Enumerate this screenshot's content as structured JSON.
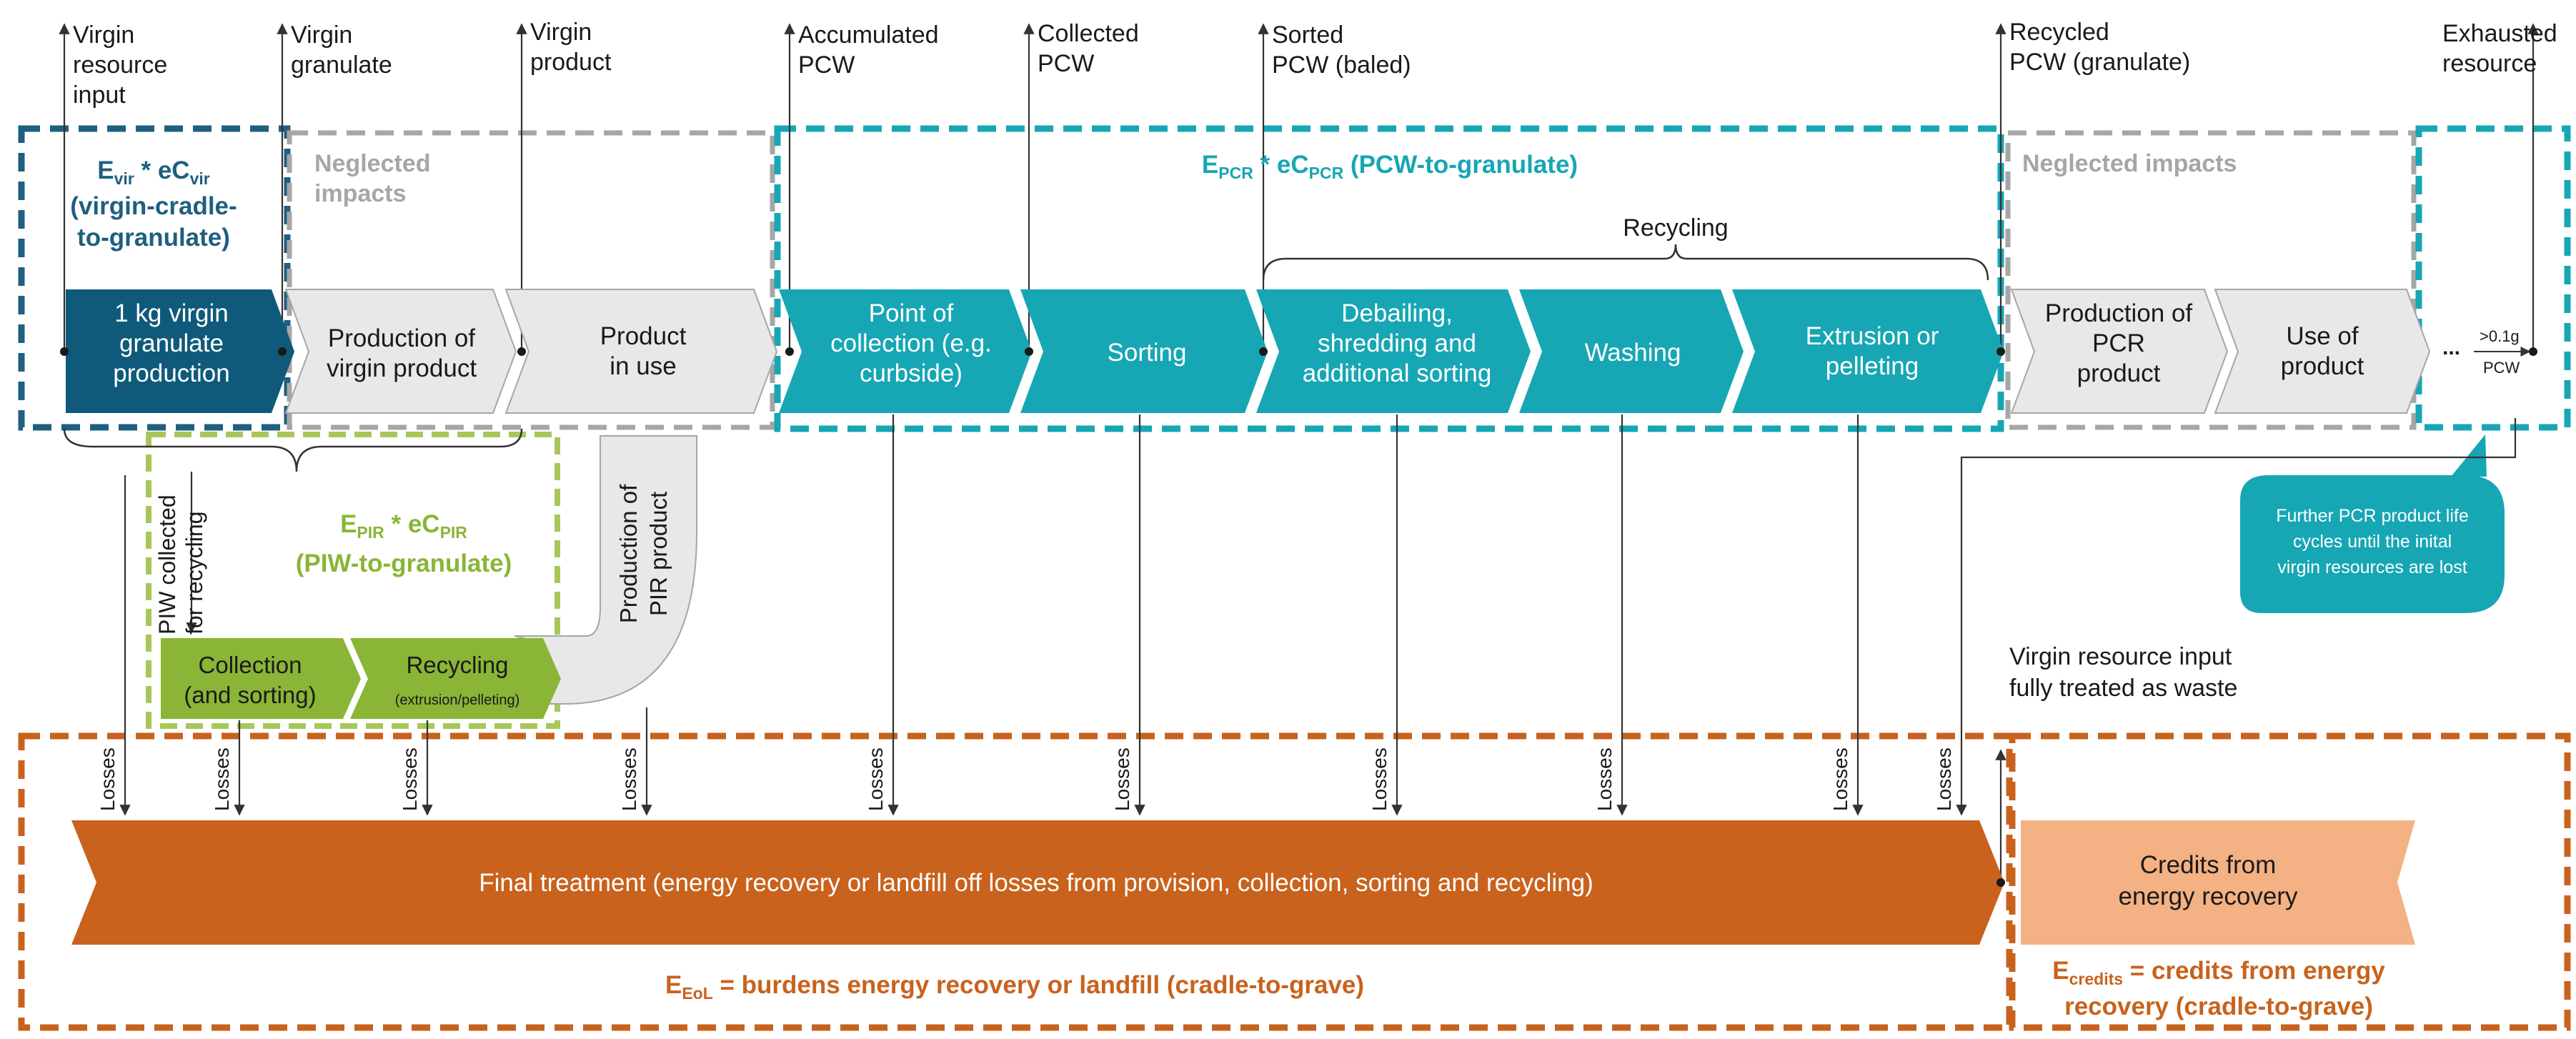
{
  "top_labels": {
    "virgin_resource_input": [
      "Virgin",
      "resource",
      "input"
    ],
    "virgin_granulate": [
      "Virgin",
      "granulate"
    ],
    "virgin_product": [
      "Virgin",
      "product"
    ],
    "accumulated_pcw": [
      "Accumulated",
      "PCW"
    ],
    "collected_pcw": [
      "Collected",
      "PCW"
    ],
    "sorted_pcw": [
      "Sorted",
      "PCW (baled)"
    ],
    "recycled_pcw": [
      "Recycled",
      "PCW (granulate)"
    ],
    "exhausted_resource": [
      "Exhausted",
      "resource"
    ]
  },
  "boxes": {
    "virgin": {
      "title_main": "E",
      "title_sub": "vir",
      "title_mid": " * eC",
      "title_sub2": "vir",
      "lines": [
        "(virgin-cradle-",
        "to-granulate)"
      ]
    },
    "neglected_left": [
      "Neglected",
      "impacts"
    ],
    "pcr": {
      "e": "E",
      "sub": "PCR",
      "mid": " * eC",
      "sub2": "PCR",
      "tail": " (PCW-to-granulate)"
    },
    "neglected_right": "Neglected impacts",
    "pir": {
      "e": "E",
      "sub": "PIR",
      "mid": " * eC",
      "sub2": "PIR",
      "line2": "(PIW-to-granulate)"
    },
    "eol": {
      "e": "E",
      "sub": "EoL",
      "tail": " = burdens energy recovery or landfill (cradle-to-grave)"
    },
    "credits": {
      "e": "E",
      "sub": "credits",
      "tail": " = credits from energy",
      "line2": "recovery (cradle-to-grave)"
    }
  },
  "recycling_brace_label": "Recycling",
  "process_steps": {
    "granulate_production": [
      "1 kg virgin",
      "granulate",
      "production"
    ],
    "production_virgin_product": [
      "Production of",
      "virgin product"
    ],
    "product_in_use": [
      "Product",
      "in use"
    ],
    "point_of_collection": [
      "Point of",
      "collection (e.g.",
      "curbside)"
    ],
    "sorting": [
      "Sorting"
    ],
    "debailing": [
      "Debailing,",
      "shredding and",
      "additional sorting"
    ],
    "washing": [
      "Washing"
    ],
    "extrusion": [
      "Extrusion or",
      "pelleting"
    ],
    "production_pcr_product": [
      "Production of",
      "PCR",
      "product"
    ],
    "use_of_product": [
      "Use of",
      "product"
    ]
  },
  "dots_label": "...",
  "ratio": {
    "top": ">0.1g",
    "bottom": "PCW"
  },
  "callout": [
    "Further PCR product life",
    "cycles until the inital",
    "virgin resources are lost"
  ],
  "pir_chain": {
    "piw_collected": [
      "PIW collected",
      "for recycling"
    ],
    "collection": [
      "Collection",
      "(and sorting)"
    ],
    "recycling": "Recycling",
    "recycling_sub": "(extrusion/pelleting)",
    "production_pir": [
      "Production of",
      "PIR product"
    ]
  },
  "virgin_waste_label": [
    "Virgin resource input",
    "fully treated as waste"
  ],
  "losses_label": "Losses",
  "final_treatment": "Final treatment (energy recovery or landfill off losses from provision, collection, sorting and recycling)",
  "credits_energy": [
    "Credits from",
    "energy recovery"
  ],
  "colors": {
    "navy": "#0f5a7a",
    "navy_border": "#1f5f80",
    "teal": "#17a6b4",
    "teal_dark": "#0e96a4",
    "grey_fill": "#e8e8e8",
    "grey_border": "#a6a6a6",
    "green": "#8ab536",
    "green_border": "#a8c75a",
    "orange": "#c8621d",
    "peach": "#f4b183"
  }
}
